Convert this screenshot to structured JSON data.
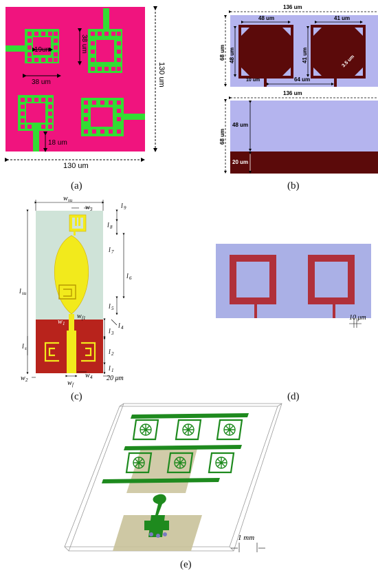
{
  "panels": {
    "a": {
      "caption": "(a)",
      "dims": {
        "inner": "19um",
        "side": "38 um",
        "vertical": "38 um",
        "feed": "18 um",
        "total_width": "130 um",
        "total_height": "130 um"
      },
      "colors": {
        "background": "#f0147e",
        "metal": "#33dd33"
      }
    },
    "b": {
      "caption": "(b)",
      "top": {
        "width": "136 um",
        "left_sq": "48 um",
        "right_sq": "41 um",
        "height": "68 um",
        "left_h": "48 um",
        "right_h": "41 um",
        "gap": "3.5 um",
        "stub": "10 um",
        "pitch": "64 um"
      },
      "bottom": {
        "width": "136 um",
        "height": "68 um",
        "upper": "48 um",
        "lower": "20 um"
      },
      "colors": {
        "substrate": "#b4b4ee",
        "metal": "#5b0a0a"
      }
    },
    "c": {
      "caption": "(c)",
      "labels": {
        "wsu": "w",
        "wsu_sub": "su",
        "w3": "w",
        "w3_sub": "3",
        "l9": "l",
        "l9_sub": "9",
        "l8": "l",
        "l8_sub": "8",
        "l7": "l",
        "l7_sub": "7",
        "l6": "l",
        "l6_sub": "6",
        "l5": "l",
        "l5_sub": "5",
        "l4": "l",
        "l4_sub": "4",
        "l3": "l",
        "l3_sub": "3",
        "l2": "l",
        "l2_sub": "2",
        "l1": "l",
        "l1_sub": "1",
        "lsu": "l",
        "lsu_sub": "su",
        "ls": "l",
        "ls_sub": "s",
        "w1": "w",
        "w1_sub": "1",
        "wf1": "w",
        "wf1_sub": "f1",
        "w2": "w",
        "w2_sub": "2",
        "wf": "w",
        "wf_sub": "f",
        "w4": "w",
        "w4_sub": "4",
        "scale": "20 μm"
      },
      "colors": {
        "substrate": "#cfe3d8",
        "ground": "#b8231c",
        "metal": "#f2ea1c"
      }
    },
    "d": {
      "caption": "(d)",
      "scale": "10 μm",
      "colors": {
        "substrate": "#aab0e6",
        "metal": "#b0303a"
      }
    },
    "e": {
      "caption": "(e)",
      "scale": "1 mm",
      "colors": {
        "metal": "#1e8a1e",
        "substrate": "#c9c29a"
      }
    }
  }
}
